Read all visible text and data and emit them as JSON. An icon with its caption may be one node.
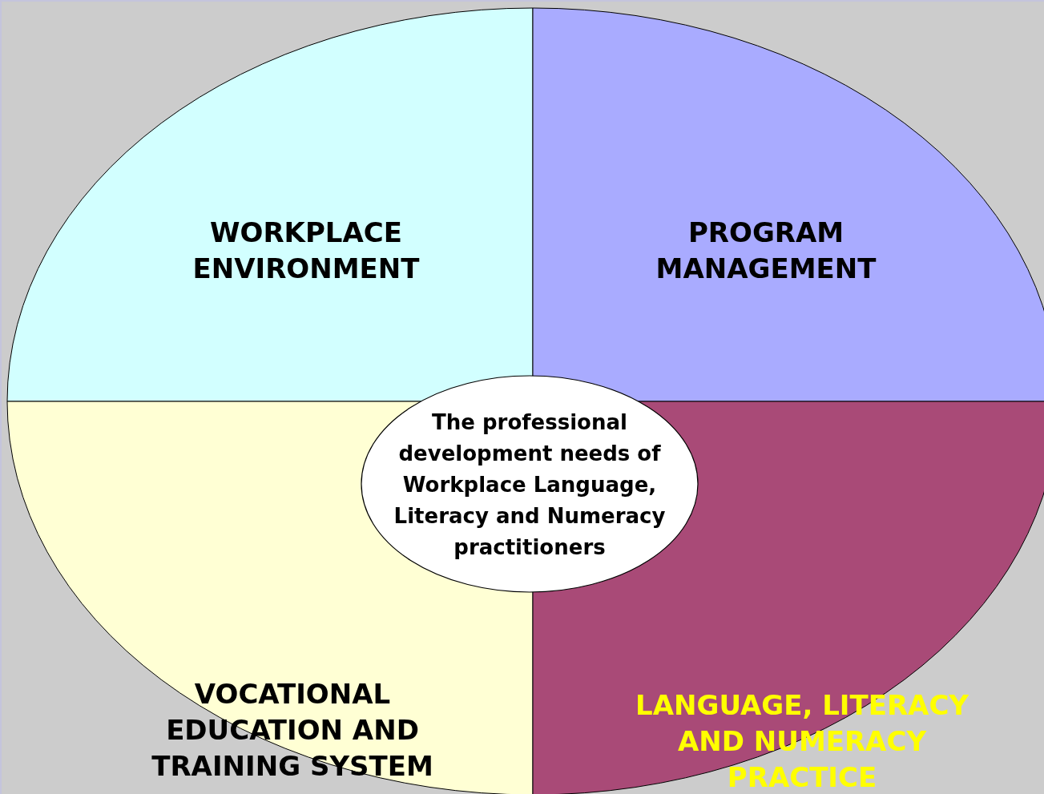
{
  "diagram": {
    "nodes": [
      {
        "text": [
          "WORKPLACE ENVIRONMENT"
        ]
      },
      {
        "text": [
          "PROGRAM MANAGEMENT"
        ]
      },
      {
        "text": [
          "VOCATIONAL EDUCATION AND TRAINING SYSTEM"
        ]
      },
      {
        "text": [
          "LANGUAGE, LITERACY AND NUMERACY PRACTICE"
        ]
      },
      {
        "text": [
          "The professional development needs of Workplace Language, Literacy and Numeracy practitioners"
        ]
      }
    ]
  }
}
